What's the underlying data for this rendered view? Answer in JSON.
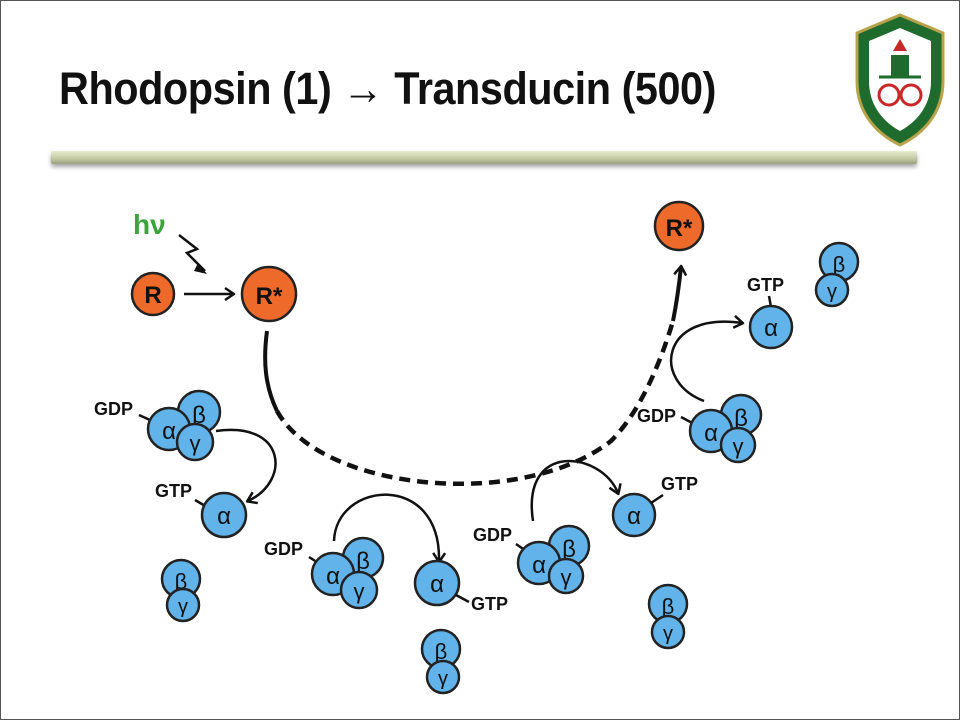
{
  "title": "Rhodopsin (1) → Transducin (500)",
  "diagram": {
    "light_label": "hν",
    "receptor_label": "R",
    "active_receptor_label": "R*",
    "gdp": "GDP",
    "gtp": "GTP",
    "alpha": "α",
    "beta": "β",
    "gamma": "γ"
  },
  "colors": {
    "receptor_fill": "#ee6a2b",
    "protein_fill": "#62b3ea",
    "light_label": "#3aa33a",
    "logo_green": "#1e6b2d"
  }
}
